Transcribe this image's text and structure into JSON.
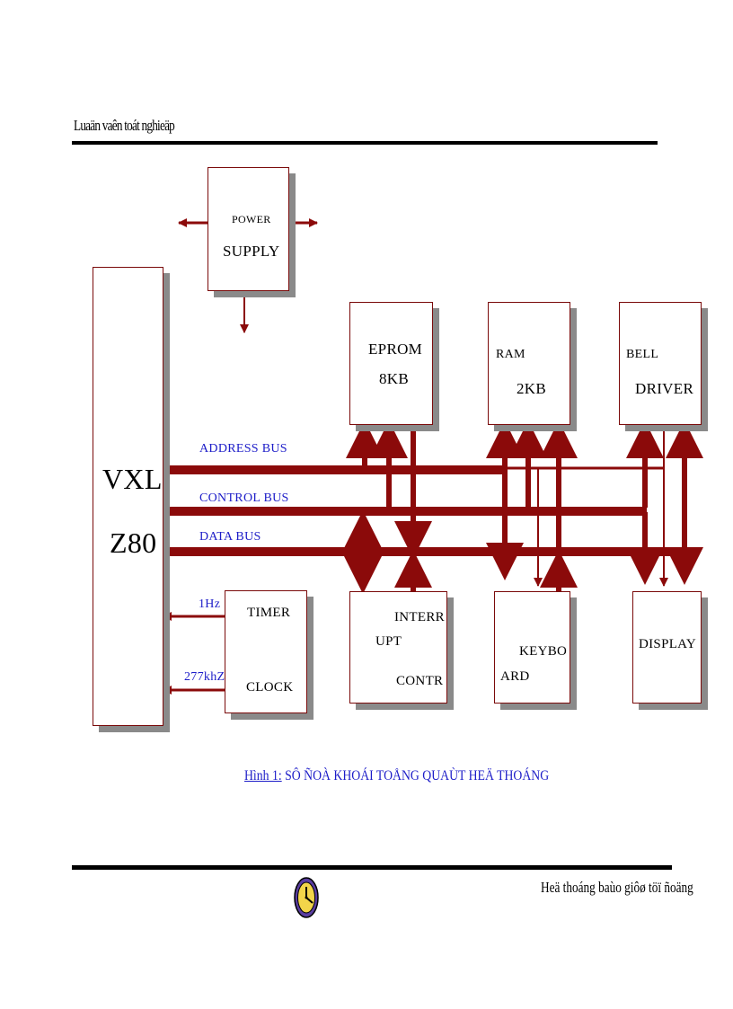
{
  "header": {
    "title": "Luaän vaên toát nghieäp"
  },
  "footer": {
    "text": "Heä thoáng baùo giôø töï ñoäng"
  },
  "diagram": {
    "power_supply": {
      "line1": "POWER",
      "line2": "SUPPLY"
    },
    "cpu": {
      "line1": "VXL",
      "line2": "Z80"
    },
    "eprom": {
      "line1": "EPROM",
      "line2": "8KB"
    },
    "ram": {
      "line1": "RAM",
      "line2": "2KB"
    },
    "bell": {
      "line1": "BELL",
      "line2": "DRIVER"
    },
    "timer": {
      "line1": "TIMER",
      "line2": "CLOCK"
    },
    "interrupt": {
      "line1": "INTERR",
      "line2": "UPT",
      "line3": "CONTR"
    },
    "keyboard": {
      "line1": "KEYBO",
      "line2": "ARD"
    },
    "display": {
      "line1": "DISPLAY"
    },
    "buses": {
      "address": "ADDRESS BUS",
      "control": "CONTROL BUS",
      "data": "DATA BUS"
    },
    "signals": {
      "hz": "1Hz",
      "khz": "277khZ"
    },
    "colors": {
      "bus": "#8b0a0a",
      "label_blue": "#1c1cc8"
    }
  },
  "caption": {
    "prefix": "Hình 1:",
    "text": "SÔ ÑOÀ KHOÁI TOÅNG QUAÙT HEÄ THOÁNG"
  }
}
